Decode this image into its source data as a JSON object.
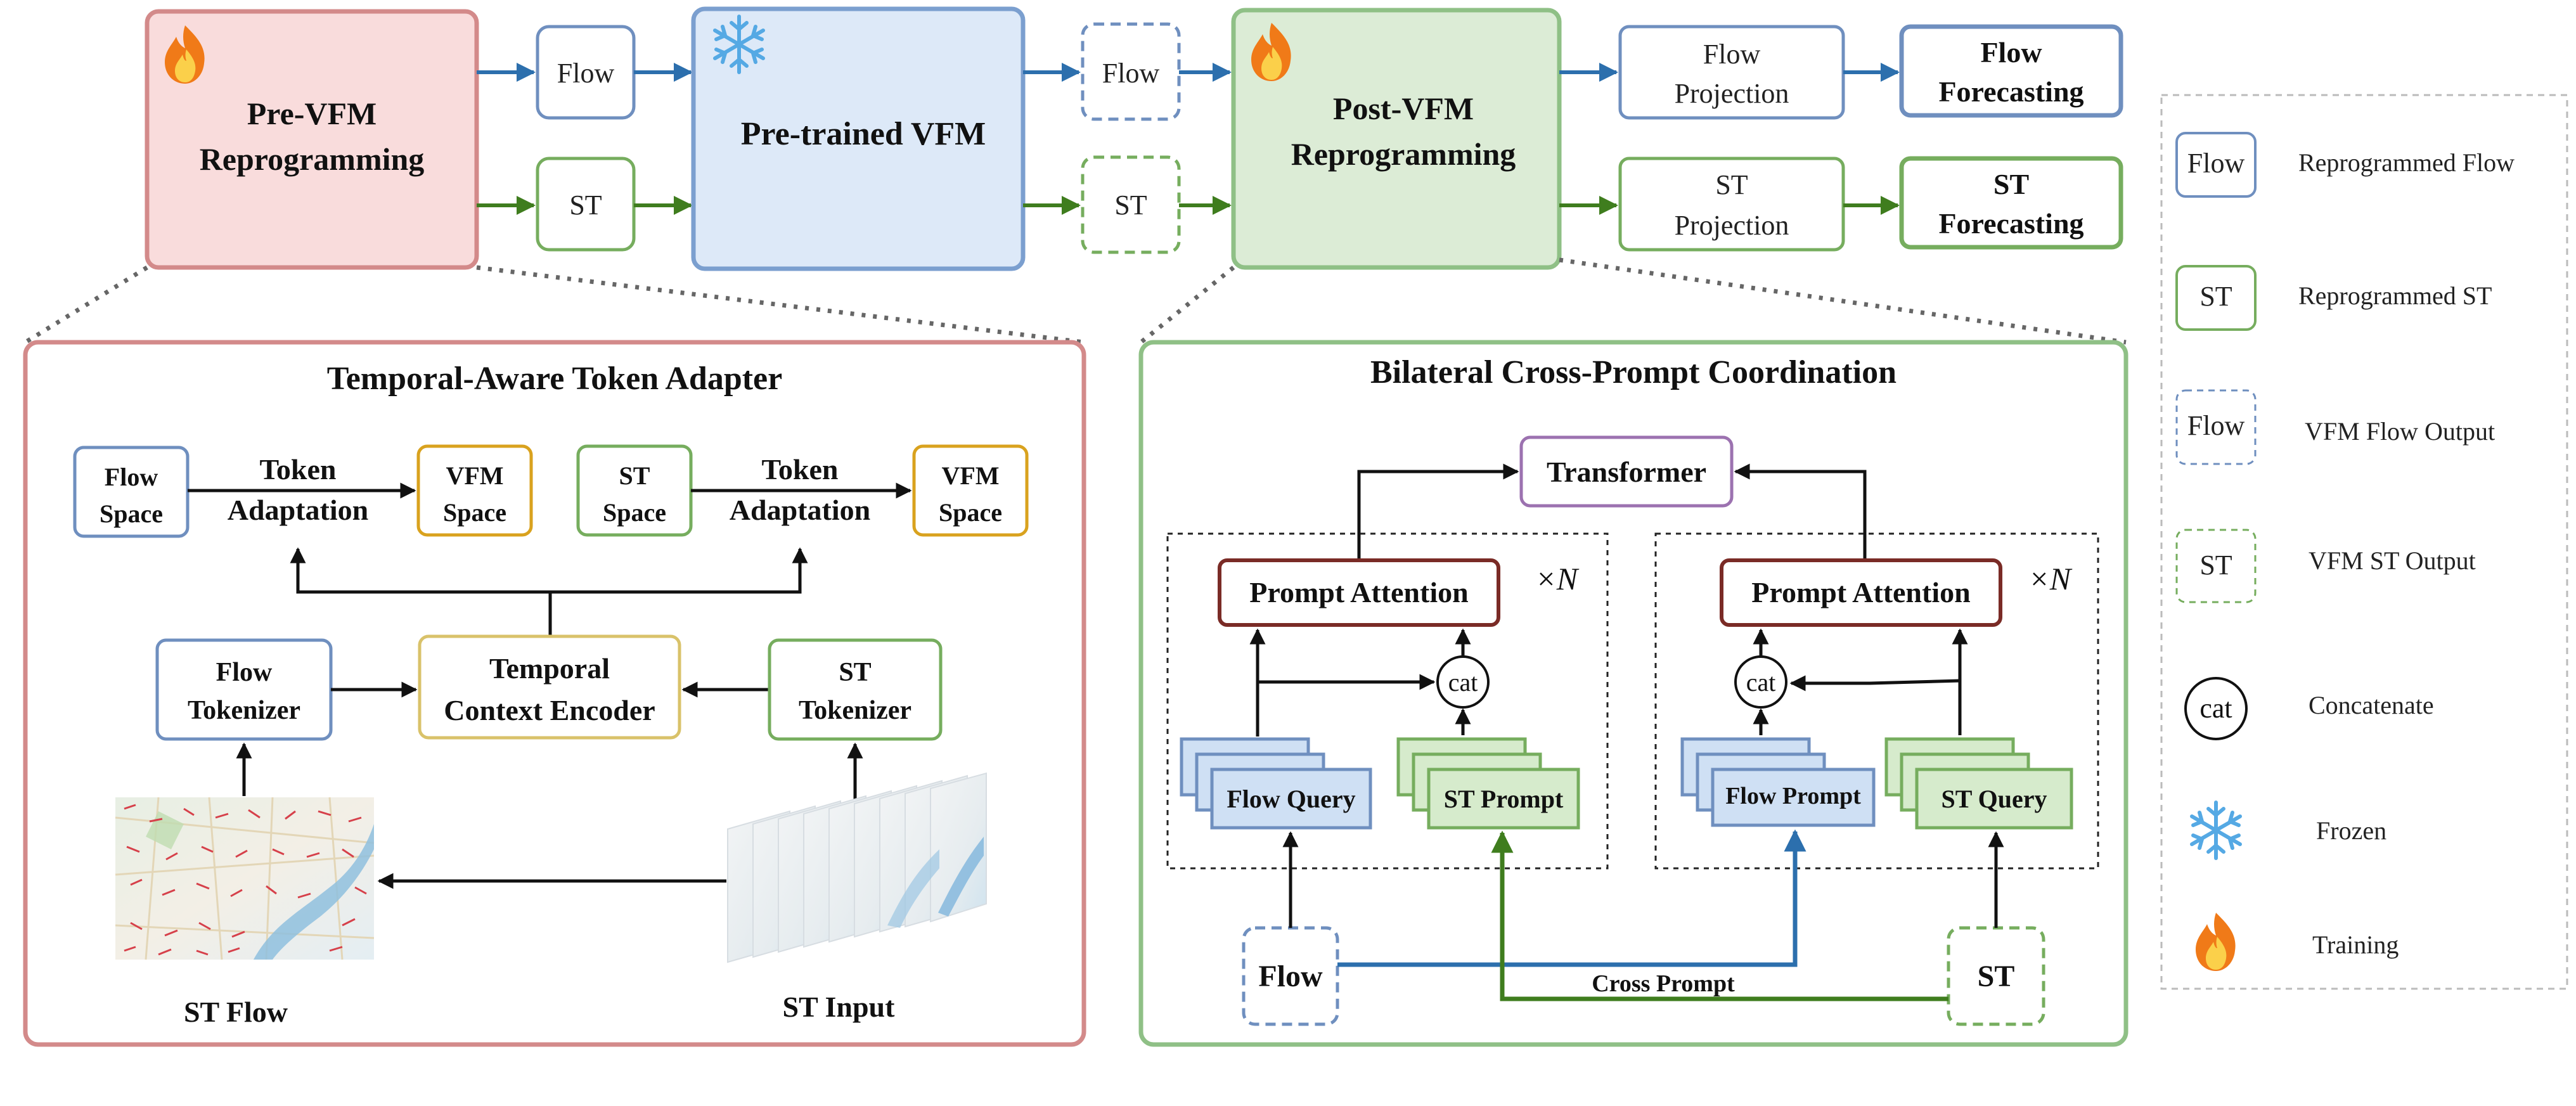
{
  "colors": {
    "pre_fill": "#f9dcdc",
    "pre_stroke": "#d38a8a",
    "vfm_fill": "#dde9f8",
    "vfm_stroke": "#7b9fcf",
    "post_fill": "#dcecd6",
    "post_stroke": "#8fc086",
    "blue": "#2c6fad",
    "green": "#3f7d1e",
    "flow_box": "#6f8fbf",
    "st_box": "#76ad5e",
    "yellow": "#d9a21e",
    "purple": "#9c72b0",
    "brown": "#7a2b26",
    "query_fill": "#cfe0f4",
    "prompt_fill": "#d6ebcc"
  },
  "top": {
    "pre_vfm": [
      "Pre-VFM",
      "Reprogramming"
    ],
    "vfm": "Pre-trained VFM",
    "post_vfm": [
      "Post-VFM",
      "Reprogramming"
    ],
    "flow": "Flow",
    "st": "ST",
    "flow_projection": [
      "Flow",
      "Projection"
    ],
    "st_projection": [
      "ST",
      "Projection"
    ],
    "flow_forecasting": [
      "Flow",
      "Forecasting"
    ],
    "st_forecasting": [
      "ST",
      "Forecasting"
    ]
  },
  "left_panel": {
    "title": "Temporal-Aware Token Adapter",
    "flow_space": [
      "Flow",
      "Space"
    ],
    "st_space": [
      "ST",
      "Space"
    ],
    "token_adaptation": [
      "Token",
      "Adaptation"
    ],
    "vfm_space": [
      "VFM",
      "Space"
    ],
    "flow_tokenizer": [
      "Flow",
      "Tokenizer"
    ],
    "st_tokenizer": [
      "ST",
      "Tokenizer"
    ],
    "temporal_encoder": [
      "Temporal",
      "Context Encoder"
    ],
    "st_flow": "ST Flow",
    "st_input": "ST Input"
  },
  "right_panel": {
    "title": "Bilateral Cross-Prompt Coordination",
    "transformer": "Transformer",
    "prompt_attention": "Prompt Attention",
    "times_n": "×N",
    "cat": "cat",
    "flow_query": "Flow Query",
    "st_prompt": "ST Prompt",
    "flow_prompt": "Flow Prompt",
    "st_query": "ST Query",
    "flow": "Flow",
    "st": "ST",
    "cross_prompt": "Cross Prompt"
  },
  "legend": {
    "items": [
      {
        "symbol": "Flow",
        "label": "Reprogrammed Flow"
      },
      {
        "symbol": "ST",
        "label": "Reprogrammed ST"
      },
      {
        "symbol": "Flow",
        "label": "VFM Flow Output"
      },
      {
        "symbol": "ST",
        "label": "VFM ST Output"
      },
      {
        "symbol": "cat",
        "label": "Concatenate"
      },
      {
        "symbol": "snowflake-icon",
        "label": "Frozen"
      },
      {
        "symbol": "fire-icon",
        "label": "Training"
      }
    ]
  }
}
